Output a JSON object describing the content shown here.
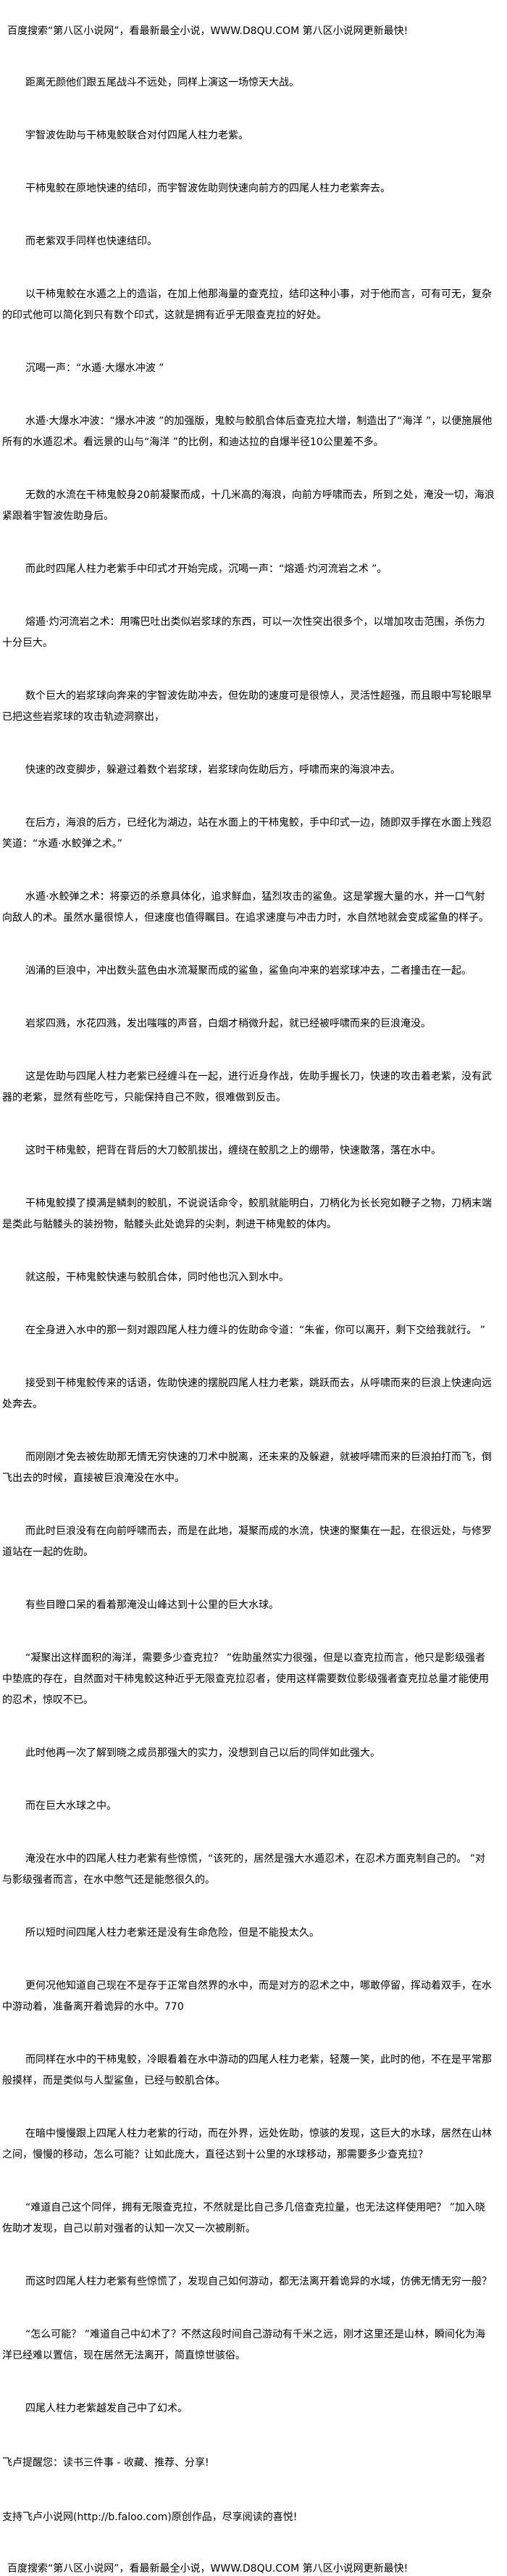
{
  "header_banner": "百度搜索“第八区小说网”，看最新最全小说，WWW.D8QU.COM   第八区小说网更新最快!",
  "paragraphs": [
    "距离无颜他们跟五尾战斗不远处，同样上演这一场惊天大战。",
    "宇智波佐助与干柿鬼鲛联合对付四尾人柱力老紫。",
    "干柿鬼鲛在原地快速的结印，而宇智波佐助则快速向前方的四尾人柱力老紫奔去。",
    "而老紫双手同样也快速结印。",
    "以干柿鬼鲛在水遁之上的造诣，在加上他那海量的查克拉，结印这种小事，对于他而言，可有可无，复杂的印式他可以简化到只有数个印式，这就是拥有近乎无限查克拉的好处。",
    "沉喝一声：“水遁·大爆水冲波 ”",
    "水遁·大爆水冲波：“爆水冲波 ”的加强版，鬼鲛与鲛肌合体后查克拉大增，制造出了“海洋 ”，以便施展他所有的水遁忍术。看远景的山与“海洋 ”的比例，和迪达拉的自爆半径10公里差不多。",
    "无数的水流在干柿鬼鲛身20前凝聚而成，十几米高的海浪，向前方呼啸而去，所到之处，淹没一切，海浪紧跟着宇智波佐助身后。",
    "而此时四尾人柱力老紫手中印式才开始完成，沉喝一声：“熔遁·灼河流岩之术 ”。",
    "熔遁·灼河流岩之术：用嘴巴吐出类似岩浆球的东西，可以一次性突出很多个，以增加攻击范围，杀伤力十分巨大。",
    "数个巨大的岩浆球向奔来的宇智波佐助冲去，但佐助的速度可是很惊人，灵活性超强，而且眼中写轮眼早已把这些岩浆球的攻击轨迹洞察出，",
    "快速的改变脚步，躲避过着数个岩浆球，岩浆球向佐助后方，呼啸而来的海浪冲去。",
    "在后方，海浪的后方，已经化为湖边，站在水面上的干柿鬼鲛，手中印式一边，随即双手撑在水面上残忍笑道：“水遁·水鲛弹之术。”",
    "水遁·水鲛弹之术：将豪迈的杀意具体化，追求鲜血，猛烈攻击的鲨鱼。这是掌握大量的水，并一口气射向敌人的术。虽然水量很惊人，但速度也值得瞩目。在追求速度与冲击力时，水自然地就会变成鲨鱼的样子。",
    "汹涌的巨浪中，冲出数头蓝色由水流凝聚而成的鲨鱼，鲨鱼向冲来的岩浆球冲去，二者撞击在一起。",
    "岩浆四溅，水花四溅，发出嗤嗤的声音，白烟才稍微升起，就已经被呼啸而来的巨浪淹没。",
    "这是佐助与四尾人柱力老紫已经缠斗在一起，进行近身作战，佐助手握长刀，快速的攻击着老紫，没有武器的老紫，显然有些吃亏，只能保持自己不败，很难做到反击。",
    "这时干柿鬼鲛，把背在背后的大刀鲛肌拔出，缠绕在鲛肌之上的绷带，快速散落，落在水中。",
    "干柿鬼鲛摸了摸满是鳞刺的鲛肌，不说说话命令，鲛肌就能明白，刀柄化为长长宛如鞭子之物，刀柄末端是类此与骷髅头的装扮物，骷髅头此处诡异的尖刺，刺进干柿鬼鲛的体内。",
    "就这般，干柿鬼鲛快速与鲛肌合体，同时他也沉入到水中。",
    "在全身进入水中的那一刻对跟四尾人柱力缠斗的佐助命令道：“朱雀，你可以离开，剩下交给我就行。 ”",
    "接受到干柿鬼鲛传来的话语，佐助快速的摆脱四尾人柱力老紫，跳跃而去，从呼啸而来的巨浪上快速向远处奔去。",
    "而刚刚才免去被佐助那无情无穷快速的刀术中脱离，还未来的及躲避，就被呼啸而来的巨浪拍打而飞，倒飞出去的时候，直接被巨浪淹没在水中。",
    "而此时巨浪没有在向前呼啸而去，而是在此地，凝聚而成的水流，快速的聚集在一起，在很远处，与修罗道站在一起的佐助。",
    "有些目瞪口呆的看着那淹没山峰达到十公里的巨大水球。",
    "“凝聚出这样面积的海洋，需要多少查克拉？ ”佐助虽然实力很强，但是以查克拉而言，他只是影级强者中垫底的存在，自然面对干柿鬼鲛这种近乎无限查克拉忍者，使用这样需要数位影级强者查克拉总量才能使用的忍术，惊叹不已。",
    "此时他再一次了解到晓之成员那强大的实力，没想到自己以后的同伴如此强大。",
    "而在巨大水球之中。",
    "淹没在水中的四尾人柱力老紫有些惊慌，“该死的，居然是强大水遁忍术，在忍术方面克制自己的。 ”对与影级强者而言，在水中憋气还是能憋很久的。",
    "所以短时间四尾人柱力老紫还是没有生命危险，但是不能投太久。",
    "更何况他知道自己现在不是存于正常自然界的水中，而是对方的忍术之中，哪敢停留，挥动着双手，在水中游动着，准备离开着诡异的水中。770",
    "而同样在水中的干柿鬼鲛，冷眼看着在水中游动的四尾人柱力老紫，轻蔑一笑，此时的他，不在是平常那般摸样，而是类似与人型鲨鱼，已经与鲛肌合体。",
    "在暗中慢慢跟上四尾人柱力老紫的行动，而在外界，远处佐助，惊骇的发现，这巨大的水球，居然在山林之间，慢慢的移动，怎么可能？让如此庞大，直径达到十公里的水球移动，那需要多少查克拉？",
    "“难道自己这个同伴，拥有无限查克拉，不然就是比自己多几倍查克拉量，也无法这样使用吧？ ”加入晓佐助才发现，自己以前对强者的认知一次又一次被刷新。",
    "而这时四尾人柱力老紫有些惊慌了，发现自己如何游动，都无法离开着诡异的水域，仿佛无情无穷一般？",
    "“怎么可能？ ”难道自己中幻术了？不然这段时间自己游动有千米之远，刚才这里还是山林，瞬间化为海洋已经难以置信，现在居然无法离开，简直惊世骇俗。",
    "四尾人柱力老紫越发自己中了幻术。"
  ],
  "footer": {
    "reminder": "飞卢提醒您：读书三件事 - 收藏、推荐、分享!",
    "support": "支持飞卢小说网(http://b.faloo.com)原创作品，尽享阅读的喜悦!",
    "bottom_banner": "百度搜索“第八区小说网”，看最新最全小说，WWW.D8QU.COM   第八区小说网更新最快!"
  }
}
